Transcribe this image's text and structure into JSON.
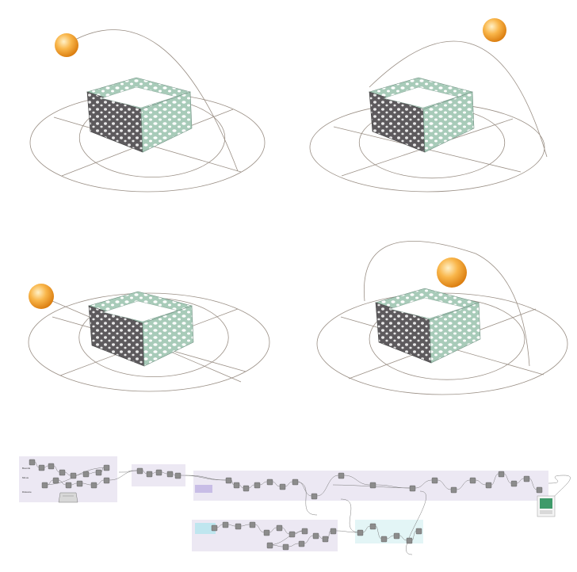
{
  "colors": {
    "background": "#ffffff",
    "sun_light": "#ffd27a",
    "sun_dark": "#e08a10",
    "panel_green": "#a8cbb9",
    "panel_shadow": "#5d5a5d",
    "orbit_line": "#9a8f85",
    "gh_group_lavender": "#ece8f3",
    "gh_group_cyan": "#e3f5f6",
    "gh_node": "#8c8c8c"
  },
  "icons": [
    "sun-icon",
    "perforated-enclosure-icon",
    "preview-swatch-icon"
  ],
  "views": [
    {
      "name": "view-top-left"
    },
    {
      "name": "view-top-right"
    },
    {
      "name": "view-bottom-left"
    },
    {
      "name": "view-bottom-right"
    }
  ],
  "graph": {
    "group_labels": [
      "Bounds",
      "Minus",
      "Distance"
    ]
  }
}
